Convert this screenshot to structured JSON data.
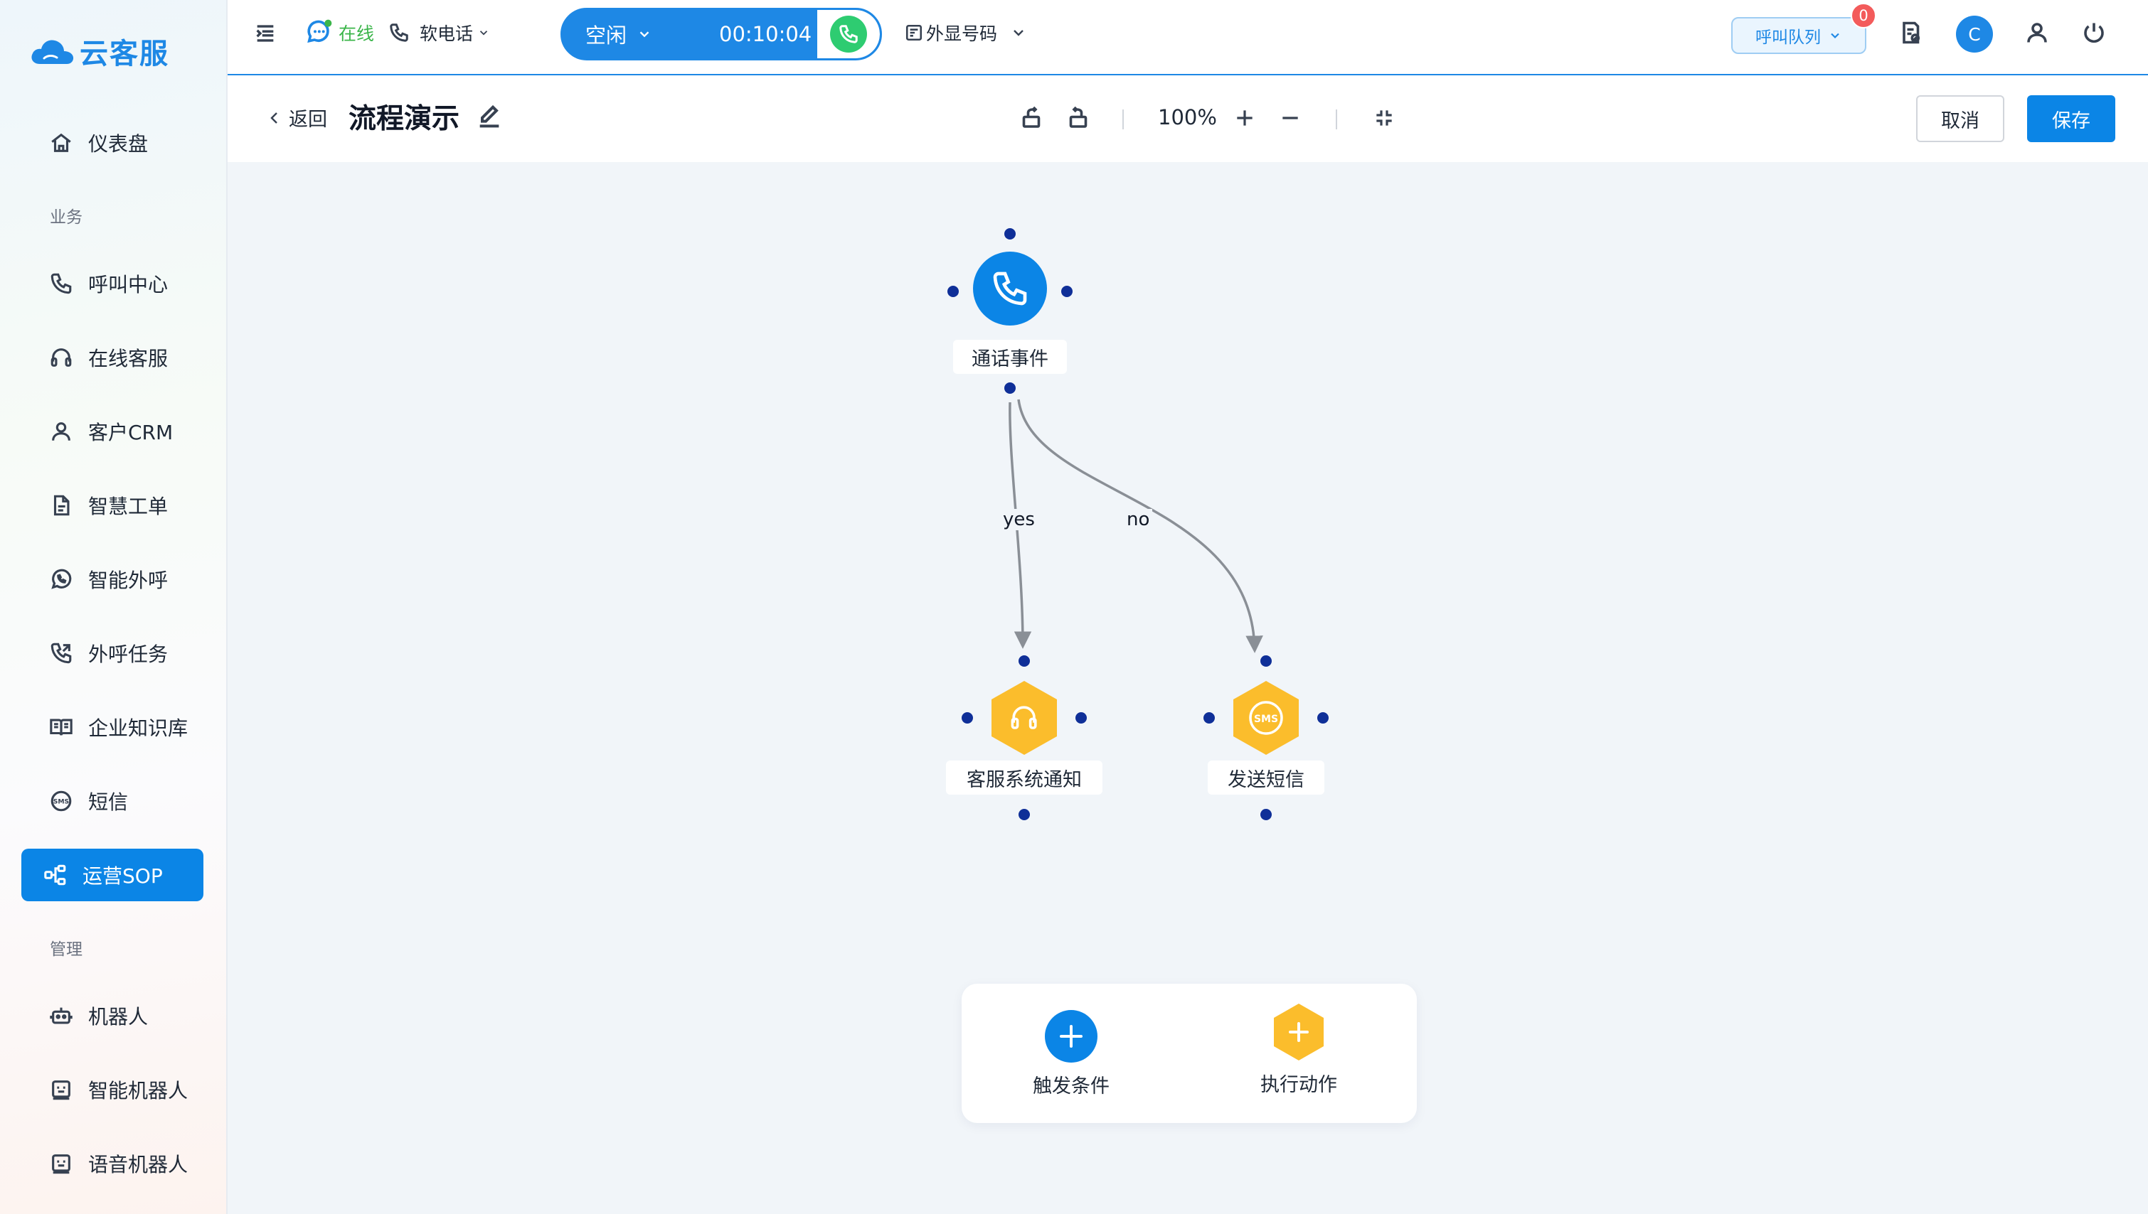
{
  "brand": {
    "name": "云客服"
  },
  "sidebar": {
    "items": [
      {
        "label": "仪表盘",
        "icon": "home-icon"
      },
      {
        "group": "业务"
      },
      {
        "label": "呼叫中心",
        "icon": "phone-icon"
      },
      {
        "label": "在线客服",
        "icon": "headset-icon"
      },
      {
        "label": "客户CRM",
        "icon": "user-icon"
      },
      {
        "label": "智慧工单",
        "icon": "document-icon"
      },
      {
        "label": "智能外呼",
        "icon": "whatsapp-icon"
      },
      {
        "label": "外呼任务",
        "icon": "phone-outgoing-icon"
      },
      {
        "label": "企业知识库",
        "icon": "book-icon"
      },
      {
        "label": "短信",
        "icon": "sms-icon"
      },
      {
        "label": "运营SOP",
        "icon": "flow-icon",
        "active": true
      },
      {
        "group": "管理"
      },
      {
        "label": "机器人",
        "icon": "robot-icon"
      },
      {
        "label": "智能机器人",
        "icon": "bot-face-icon"
      },
      {
        "label": "语音机器人",
        "icon": "voice-bot-icon"
      }
    ]
  },
  "topbar": {
    "status": "在线",
    "softphone": "软电话",
    "call_state": "空闲",
    "call_timer": "00:10:04",
    "caller_id": "外显号码",
    "queue": "呼叫队列",
    "queue_badge": "0",
    "avatar_letter": "C"
  },
  "editor": {
    "back": "返回",
    "title": "流程演示",
    "zoom": "100%",
    "cancel": "取消",
    "save": "保存"
  },
  "flow": {
    "nodes": [
      {
        "id": "start",
        "label": "通话事件",
        "kind": "trigger",
        "icon": "phone-icon"
      },
      {
        "id": "notify",
        "label": "客服系统通知",
        "kind": "action",
        "icon": "headset-icon"
      },
      {
        "id": "sms",
        "label": "发送短信",
        "kind": "action",
        "icon": "sms-icon"
      }
    ],
    "edges": [
      {
        "from": "start",
        "to": "notify",
        "label": "yes"
      },
      {
        "from": "start",
        "to": "sms",
        "label": "no"
      }
    ]
  },
  "palette": {
    "trigger": "触发条件",
    "action": "执行动作"
  },
  "colors": {
    "primary": "#0b85e6",
    "action": "#fbbd2c",
    "port": "#0f2f98",
    "online": "#3bb54a",
    "badge": "#f35b5b",
    "answer": "#2ecc71"
  }
}
